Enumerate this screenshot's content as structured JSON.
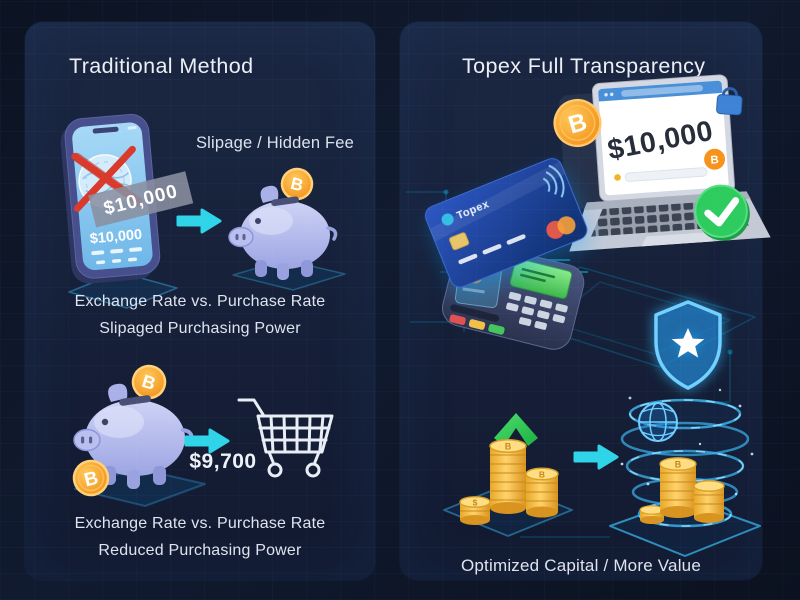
{
  "colors": {
    "accent_cyan": "#2fd4e8",
    "bitcoin_orange": "#f7931a",
    "success_green": "#2ecc5f",
    "alert_red": "#d93a2c",
    "coin_gold": "#f2b632",
    "growth_green": "#3ed45e"
  },
  "icons": {
    "bitcoin_symbol": "B",
    "dollar_symbol": "$"
  },
  "left_panel": {
    "title": "Traditional Method",
    "fee_label": "Slipage / Hidden Fee",
    "phone": {
      "ribbon_amount": "$10,000",
      "screen_amount": "$10,000"
    },
    "comparison_1": {
      "line1": "Exchange Rate vs. Purchase Rate",
      "line2": "Slipaged Purchasing Power"
    },
    "cart_amount": "$9,700",
    "comparison_2": {
      "line1": "Exchange Rate vs. Purchase Rate",
      "line2": "Reduced Purchasing Power"
    }
  },
  "right_panel": {
    "title": "Topex Full Transparency",
    "laptop_amount": "$10,000",
    "card_brand": "Topex",
    "caption": "Optimized Capital / More Value"
  }
}
